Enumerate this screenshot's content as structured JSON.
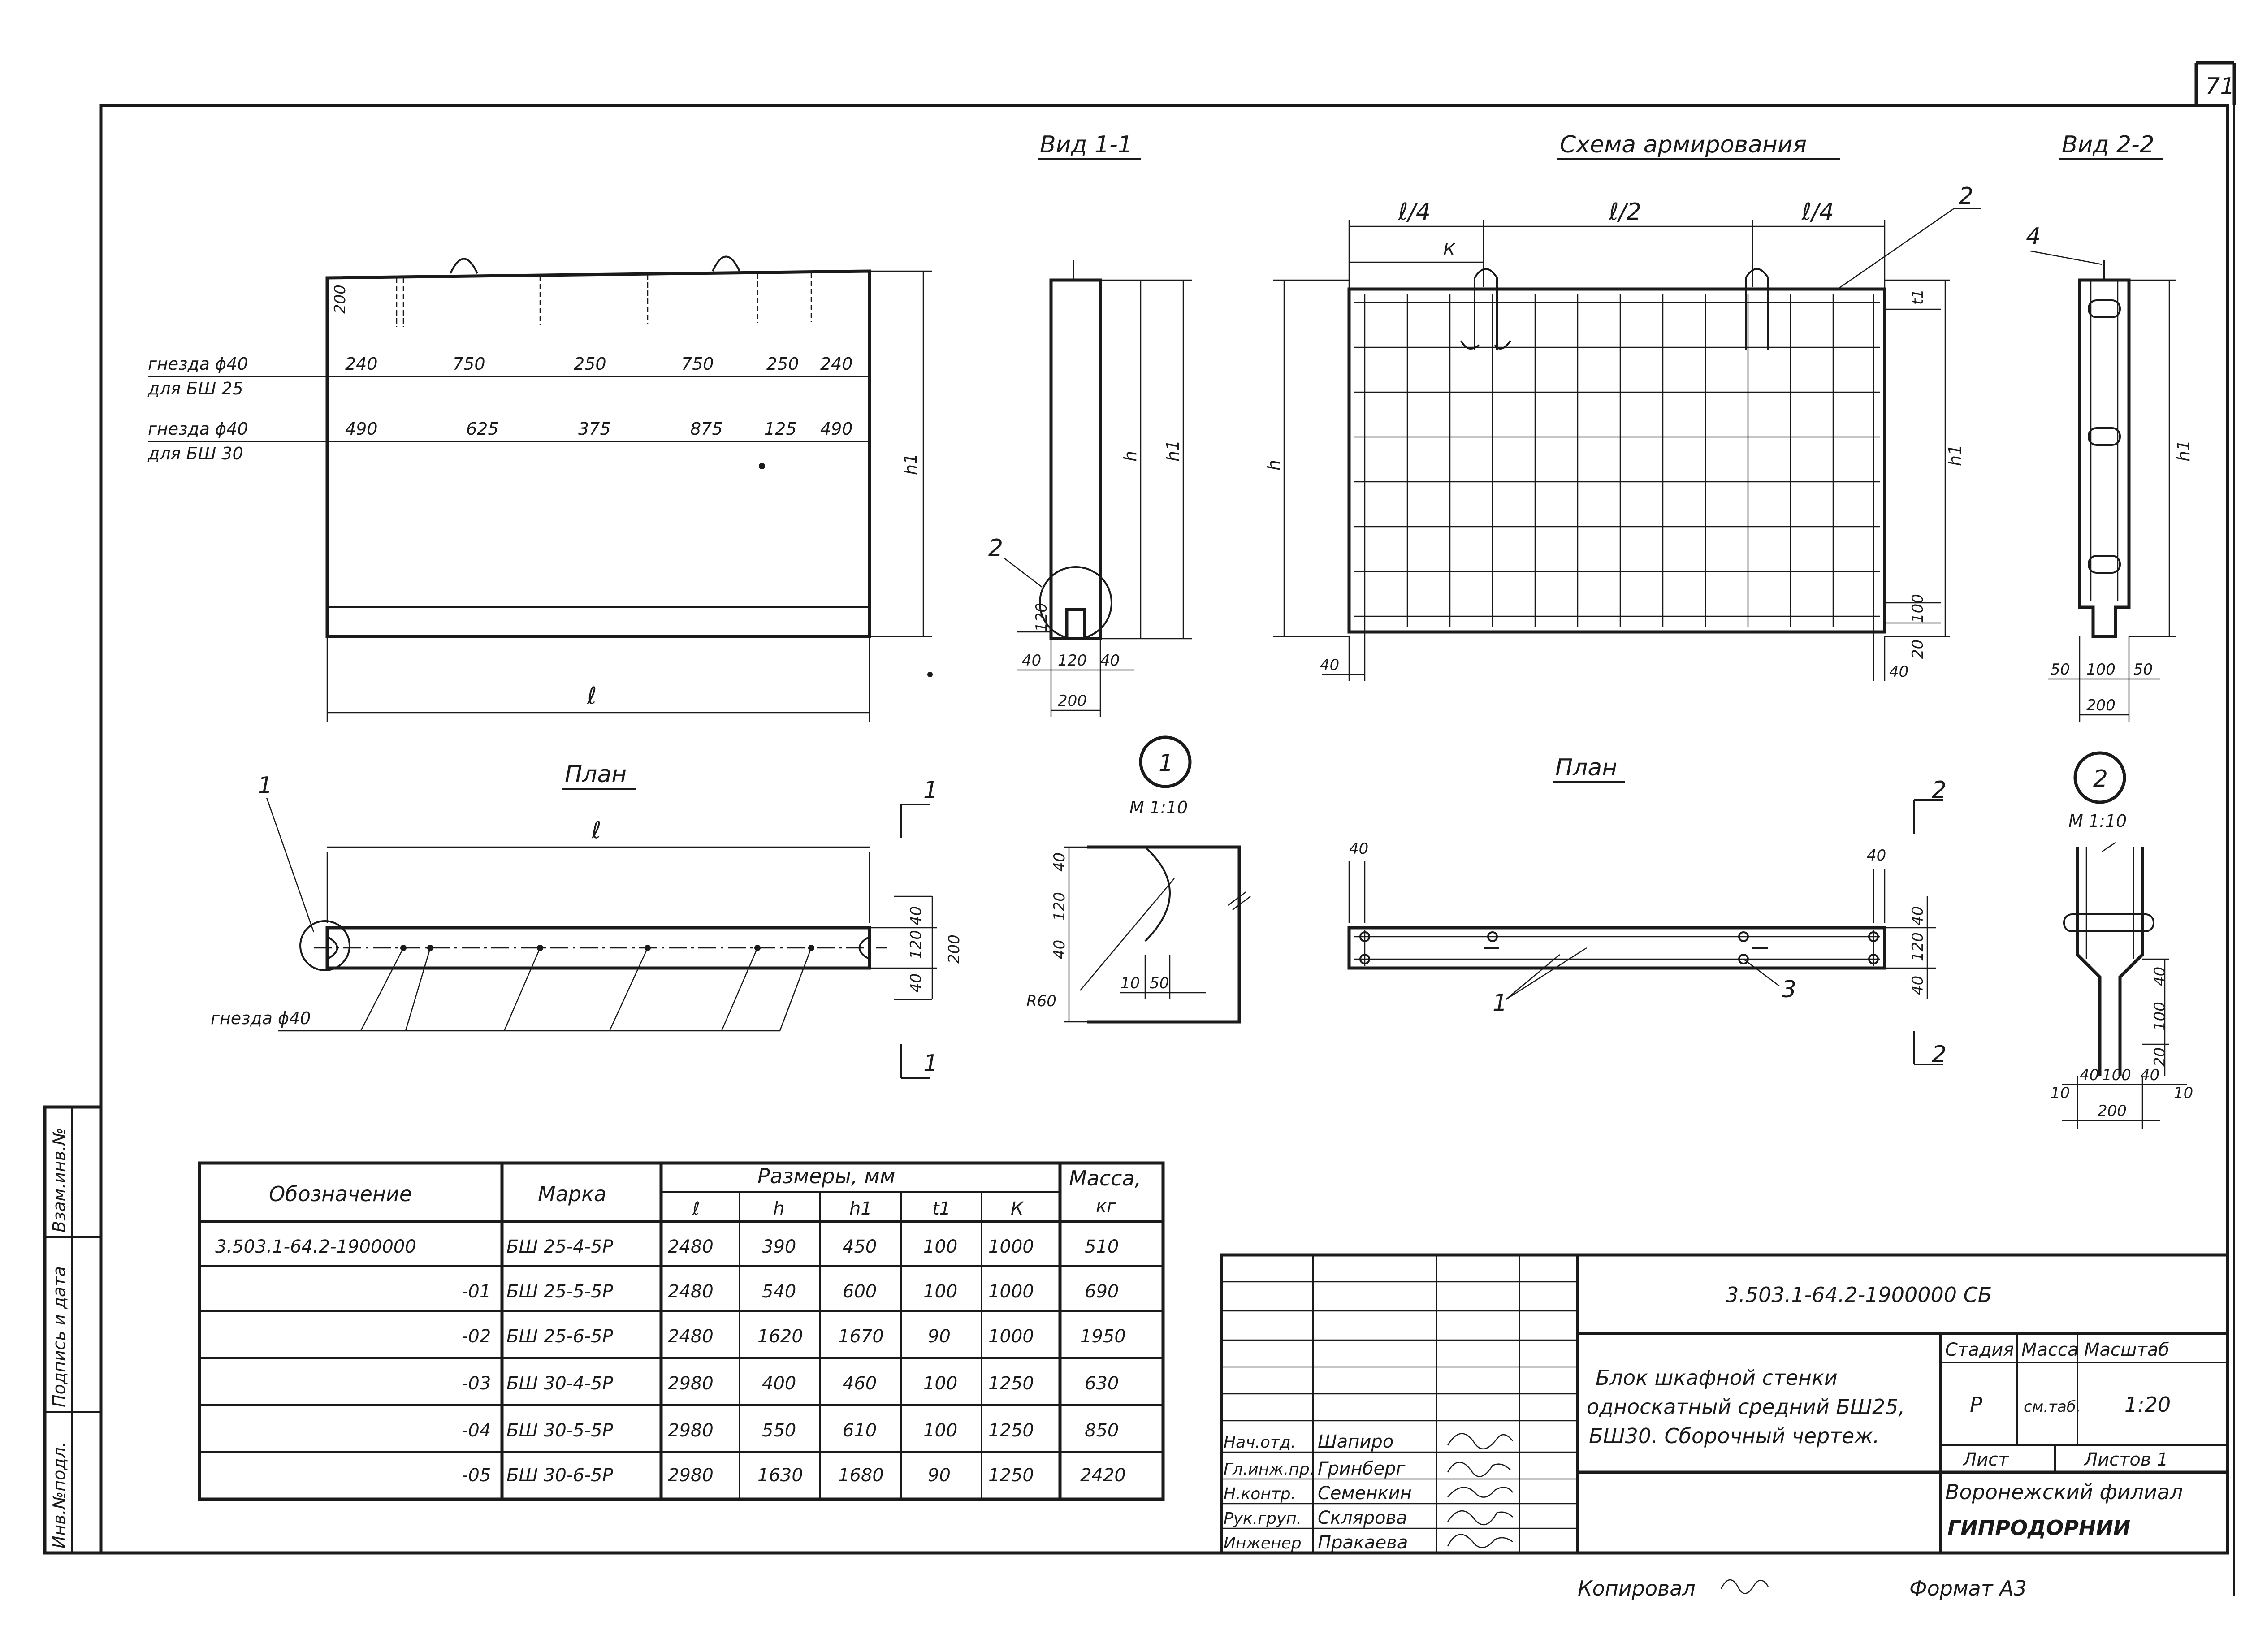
{
  "sheet_number": "71",
  "views": {
    "view1_title": "Вид 1-1",
    "scheme_title": "Схема армирования",
    "view2_title": "Вид 2-2",
    "plan1_title": "План",
    "plan2_title": "План"
  },
  "elevation": {
    "sockets_bsh25_label": "гнезда ϕ40",
    "sockets_bsh25_for": "для БШ 25",
    "sockets_bsh30_label": "гнезда ϕ40",
    "sockets_bsh30_for": "для БШ 30",
    "dim_200": "200",
    "row_bsh25": [
      "240",
      "750",
      "250",
      "750",
      "250",
      "240"
    ],
    "row_bsh30": [
      "490",
      "625",
      "375",
      "875",
      "125",
      "490"
    ],
    "label_l": "ℓ",
    "label_h1": "h1"
  },
  "view1": {
    "h": "h",
    "h1": "h1",
    "d120": "120",
    "d40a": "40",
    "d120b": "120",
    "d40b": "40",
    "d200": "200",
    "callout_2": "2"
  },
  "scheme": {
    "l4a": "ℓ/4",
    "l2": "ℓ/2",
    "l4b": "ℓ/4",
    "k": "К",
    "callout_2": "2",
    "t1": "t1",
    "h": "h",
    "h1": "h1",
    "d40a": "40",
    "d40b": "40",
    "d20": "20",
    "d100": "100"
  },
  "view2": {
    "callout_4": "4",
    "h1": "h1",
    "d50a": "50",
    "d100": "100",
    "d50b": "50",
    "d200": "200"
  },
  "plan1": {
    "callout_1": "1",
    "label_l": "ℓ",
    "section_1_top": "1",
    "section_1_bottom": "1",
    "d40a": "40",
    "d120": "120",
    "d40b": "40",
    "d200": "200",
    "sockets_label": "гнезда ϕ40"
  },
  "detail1": {
    "num": "1",
    "scale": "М 1:10",
    "d40": "40",
    "d120": "120",
    "d40b": "40",
    "r60": "R60",
    "d10": "10",
    "d50": "50"
  },
  "plan2": {
    "d40a": "40",
    "d40b": "40",
    "d40c": "40",
    "d120": "120",
    "d40d": "40",
    "callout_1": "1",
    "callout_3": "3",
    "section_2_top": "2",
    "section_2_bottom": "2"
  },
  "detail2": {
    "num": "2",
    "scale": "М 1:10",
    "d40": "40",
    "d100": "100",
    "d20": "20",
    "d40a": "40",
    "d100b": "100",
    "d40b": "40",
    "d10a": "10",
    "d10b": "10",
    "d200": "200"
  },
  "side_stamp": [
    "Инв.№подл.",
    "Подпись и дата",
    "Взам.инв.№"
  ],
  "spec_table": {
    "headers": {
      "designation": "Обозначение",
      "brand": "Марка",
      "dimensions": "Размеры, мм",
      "mass": "Масса,",
      "mass_unit": "кг",
      "cols": [
        "ℓ",
        "h",
        "h1",
        "t1",
        "К"
      ]
    },
    "rows": [
      {
        "designation": "3.503.1-64.2-1900000",
        "brand": "БШ 25-4-5Р",
        "l": "2480",
        "h": "390",
        "h1": "450",
        "t1": "100",
        "k": "1000",
        "mass": "510"
      },
      {
        "designation": "-01",
        "brand": "БШ 25-5-5Р",
        "l": "2480",
        "h": "540",
        "h1": "600",
        "t1": "100",
        "k": "1000",
        "mass": "690"
      },
      {
        "designation": "-02",
        "brand": "БШ 25-6-5Р",
        "l": "2480",
        "h": "1620",
        "h1": "1670",
        "t1": "90",
        "k": "1000",
        "mass": "1950"
      },
      {
        "designation": "-03",
        "brand": "БШ 30-4-5Р",
        "l": "2980",
        "h": "400",
        "h1": "460",
        "t1": "100",
        "k": "1250",
        "mass": "630"
      },
      {
        "designation": "-04",
        "brand": "БШ 30-5-5Р",
        "l": "2980",
        "h": "550",
        "h1": "610",
        "t1": "100",
        "k": "1250",
        "mass": "850"
      },
      {
        "designation": "-05",
        "brand": "БШ 30-6-5Р",
        "l": "2980",
        "h": "1630",
        "h1": "1680",
        "t1": "90",
        "k": "1250",
        "mass": "2420"
      }
    ]
  },
  "title_block": {
    "doc_code": "3.503.1-64.2-1900000 СБ",
    "title_lines": [
      "Блок шкафной стенки",
      "односкатный средний БШ25,",
      "БШ30. Сборочный чертеж."
    ],
    "stage_label": "Стадия",
    "mass_label": "Масса",
    "scale_label": "Масштаб",
    "stage": "Р",
    "mass": "см.таб.",
    "scale": "1:20",
    "sheet_label": "Лист",
    "sheets_label": "Листов 1",
    "org_line1": "Воронежский филиал",
    "org_line2": "ГИПРОДОРНИИ",
    "staff": [
      {
        "role": "Нач.отд.",
        "name": "Шапиро"
      },
      {
        "role": "Гл.инж.пр.",
        "name": "Гринберг"
      },
      {
        "role": "Н.контр.",
        "name": "Семенкин"
      },
      {
        "role": "Рук.груп.",
        "name": "Склярова"
      },
      {
        "role": "Инженер",
        "name": "Пракаева"
      }
    ]
  },
  "footer": {
    "copied": "Копировал",
    "format": "Формат А3"
  }
}
